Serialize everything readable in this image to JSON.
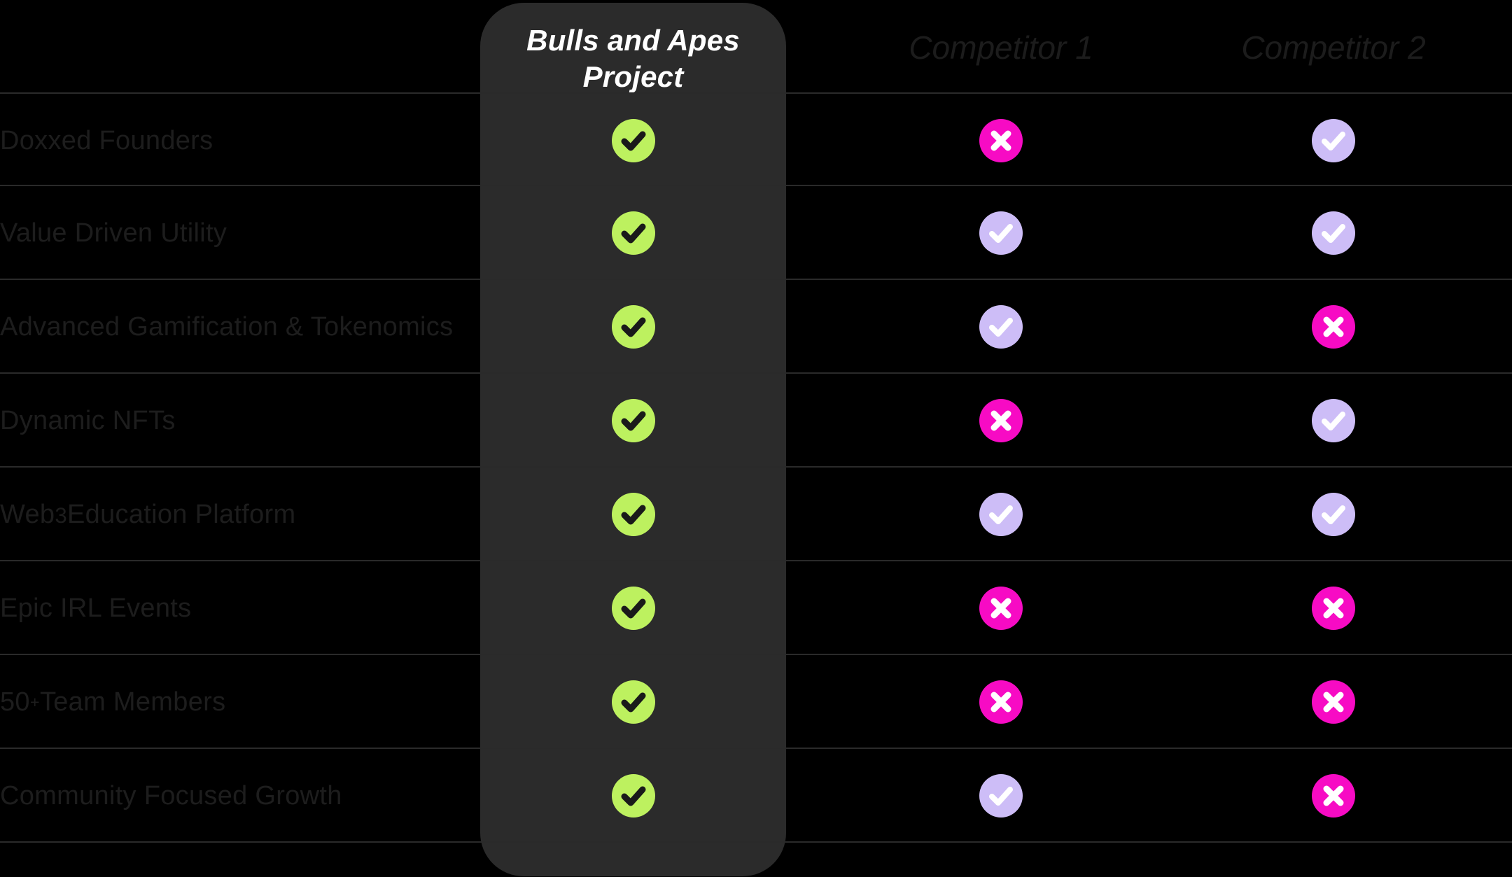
{
  "table": {
    "columns": [
      {
        "key": "feature",
        "label": "",
        "type": "label"
      },
      {
        "key": "bap",
        "label": "Bulls and Apes Project",
        "type": "highlight"
      },
      {
        "key": "competitor_1",
        "label": "Competitor 1",
        "type": "competitor"
      },
      {
        "key": "competitor_2",
        "label": "Competitor 2",
        "type": "competitor"
      }
    ],
    "highlight_title": "Bulls and Apes Project",
    "competitor_1_header": "Competitor 1",
    "competitor_2_header": "Competitor 2",
    "rows": [
      {
        "label": "Doxxed Founders",
        "bap": {
          "icon": "check-circle-icon",
          "state": "yes",
          "style": "green"
        },
        "competitor_1": {
          "icon": "x-circle-icon",
          "state": "no",
          "style": "pink"
        },
        "competitor_2": {
          "icon": "check-circle-icon",
          "state": "partial",
          "style": "purple"
        }
      },
      {
        "label": "Value Driven Utility",
        "bap": {
          "icon": "check-circle-icon",
          "state": "yes",
          "style": "green"
        },
        "competitor_1": {
          "icon": "check-circle-icon",
          "state": "partial",
          "style": "purple"
        },
        "competitor_2": {
          "icon": "check-circle-icon",
          "state": "partial",
          "style": "purple"
        }
      },
      {
        "label": "Advanced Gamification & Tokenomics",
        "bap": {
          "icon": "check-circle-icon",
          "state": "yes",
          "style": "green"
        },
        "competitor_1": {
          "icon": "check-circle-icon",
          "state": "partial",
          "style": "purple"
        },
        "competitor_2": {
          "icon": "x-circle-icon",
          "state": "no",
          "style": "pink"
        }
      },
      {
        "label": "Dynamic NFTs",
        "bap": {
          "icon": "check-circle-icon",
          "state": "yes",
          "style": "green"
        },
        "competitor_1": {
          "icon": "x-circle-icon",
          "state": "no",
          "style": "pink"
        },
        "competitor_2": {
          "icon": "check-circle-icon",
          "state": "partial",
          "style": "purple"
        }
      },
      {
        "label": "Web3 Education Platform",
        "bap": {
          "icon": "check-circle-icon",
          "state": "yes",
          "style": "green"
        },
        "competitor_1": {
          "icon": "check-circle-icon",
          "state": "partial",
          "style": "purple"
        },
        "competitor_2": {
          "icon": "check-circle-icon",
          "state": "partial",
          "style": "purple"
        }
      },
      {
        "label": "Epic IRL Events",
        "bap": {
          "icon": "check-circle-icon",
          "state": "yes",
          "style": "green"
        },
        "competitor_1": {
          "icon": "x-circle-icon",
          "state": "no",
          "style": "pink"
        },
        "competitor_2": {
          "icon": "x-circle-icon",
          "state": "no",
          "style": "pink"
        }
      },
      {
        "label": "50+ Team Members",
        "bap": {
          "icon": "check-circle-icon",
          "state": "yes",
          "style": "green"
        },
        "competitor_1": {
          "icon": "x-circle-icon",
          "state": "no",
          "style": "pink"
        },
        "competitor_2": {
          "icon": "x-circle-icon",
          "state": "no",
          "style": "pink"
        }
      },
      {
        "label": "Community Focused Growth",
        "bap": {
          "icon": "check-circle-icon",
          "state": "yes",
          "style": "green"
        },
        "competitor_1": {
          "icon": "check-circle-icon",
          "state": "partial",
          "style": "purple"
        },
        "competitor_2": {
          "icon": "x-circle-icon",
          "state": "no",
          "style": "pink"
        }
      }
    ]
  },
  "colors": {
    "background": "#000000",
    "highlight_card": "#2b2b2b",
    "row_divider": "#2a2a2a",
    "row_label_text": "#1d1d1d",
    "competitor_header_text": "#1c1c1c",
    "highlight_title_text": "#ffffff",
    "badge_green": "#bdf15f",
    "badge_pink": "#f70bc4",
    "badge_purple": "#cdbdf7",
    "check_dark": "#1a1a1a",
    "check_white": "#ffffff"
  }
}
